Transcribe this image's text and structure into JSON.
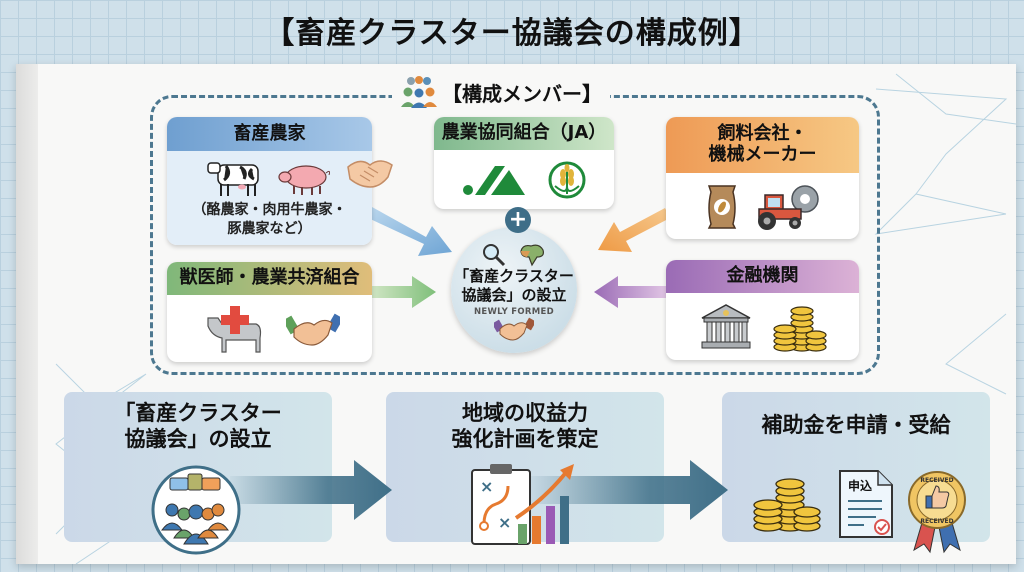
{
  "title": "【畜産クラスター協議会の構成例】",
  "members_heading": "【構成メンバー】",
  "cards": {
    "farmers": {
      "title": "畜産農家",
      "subtitle_line1": "（酪農家・肉用牛農家・",
      "subtitle_line2": "豚農家など）",
      "icons": [
        "cow-icon",
        "pig-icon",
        "handshake-icon"
      ],
      "header_color": "#6f9fd0"
    },
    "ja": {
      "title": "農業協同組合（JA）",
      "icons": [
        "ja-logo-icon",
        "wheat-emblem-icon"
      ],
      "header_color": "#7fb88d"
    },
    "feed": {
      "title_line1": "飼料会社・",
      "title_line2": "機械メーカー",
      "icons": [
        "feed-bag-icon",
        "tractor-icon",
        "gear-icon"
      ],
      "header_color": "#eea25c"
    },
    "vet": {
      "title": "獣医師・農業共済組合",
      "icons": [
        "cow-medical-icon",
        "handshake-icon"
      ],
      "header_color": "#8fbf6e"
    },
    "finance": {
      "title": "金融機関",
      "icons": [
        "bank-icon",
        "coins-icon"
      ],
      "header_color": "#a070b0"
    }
  },
  "center": {
    "line1": "「畜産クラスター",
    "line2": "協議会」の設立",
    "english": "NEWLY FORMED",
    "badge": "+",
    "icons": [
      "magnifier-icon",
      "map-pin-icon",
      "handshake-icon"
    ]
  },
  "steps": [
    {
      "line1": "「畜産クラスター",
      "line2": "協議会」の設立",
      "icon": "group-discussion-icon"
    },
    {
      "line1": "地域の収益力",
      "line2": "強化計画を策定",
      "icon": "strategy-chart-icon"
    },
    {
      "line1": "補助金を申請・受給",
      "line2": "",
      "icon": "coins-icon",
      "doc_label": "申込",
      "badge_text": "RECEIVED"
    }
  ],
  "colors": {
    "frame": "#4d7890",
    "arrow": "#3f6f88"
  }
}
